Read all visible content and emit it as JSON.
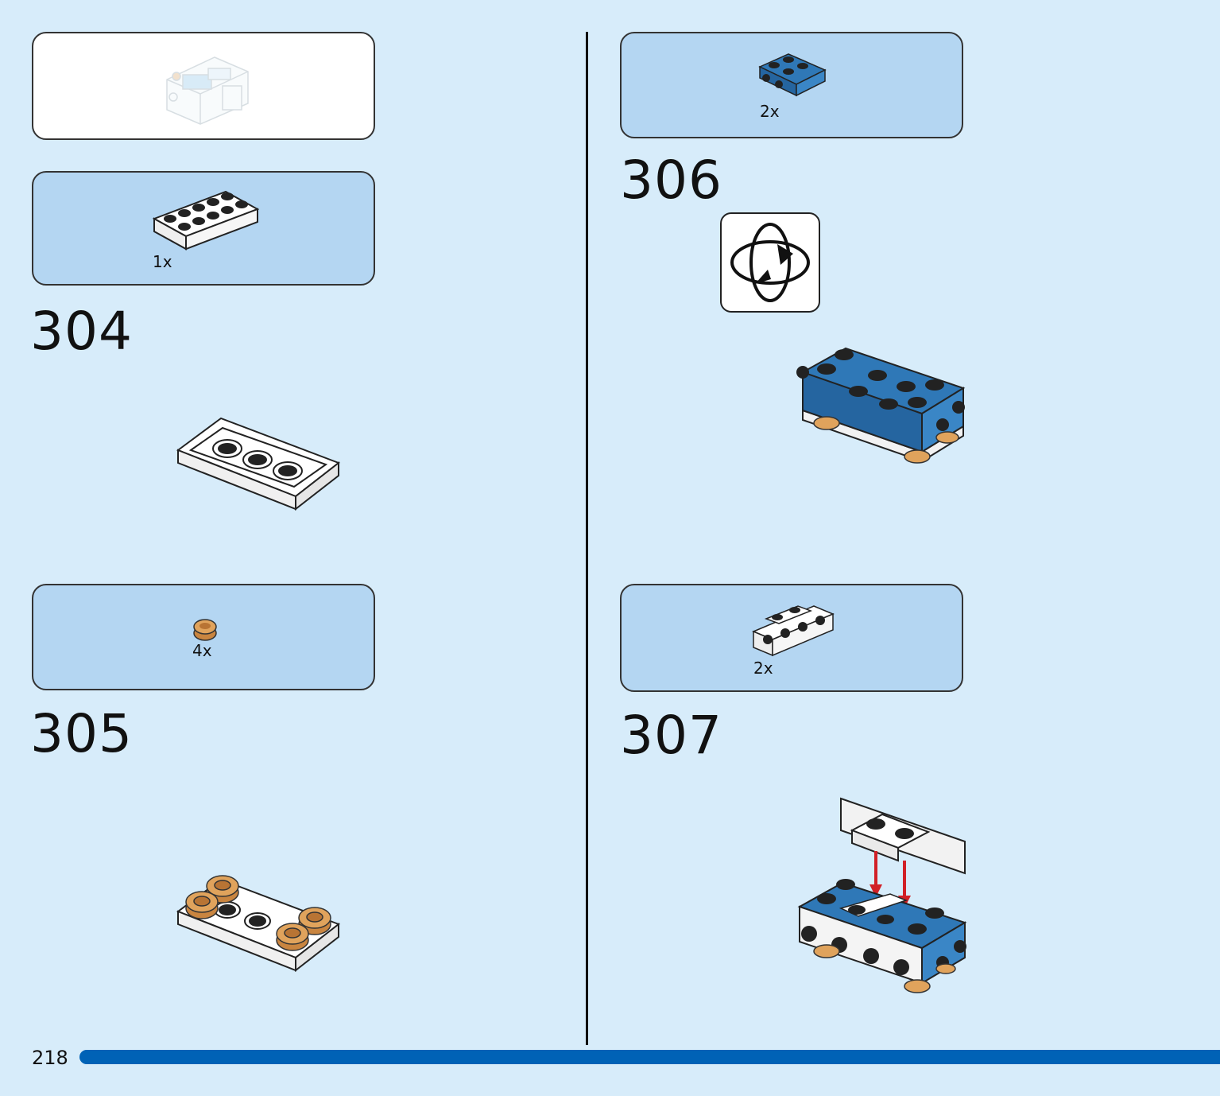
{
  "page": {
    "number": "218"
  },
  "steps": {
    "s304": {
      "number": "304",
      "part_qty": "1x"
    },
    "s305": {
      "number": "305",
      "part_qty": "4x"
    },
    "s306": {
      "number": "306",
      "part_qty": "2x"
    },
    "s307": {
      "number": "307",
      "part_qty": "2x"
    }
  },
  "icons": {
    "rotate": "rotate-model-icon"
  },
  "colors": {
    "background": "#d7ecfa",
    "parts_box": "#b4d6f2",
    "brick_blue": "#2f78b7",
    "tan": "#e0a35c",
    "page_bar": "#0062b6",
    "arrow_red": "#d12027"
  }
}
